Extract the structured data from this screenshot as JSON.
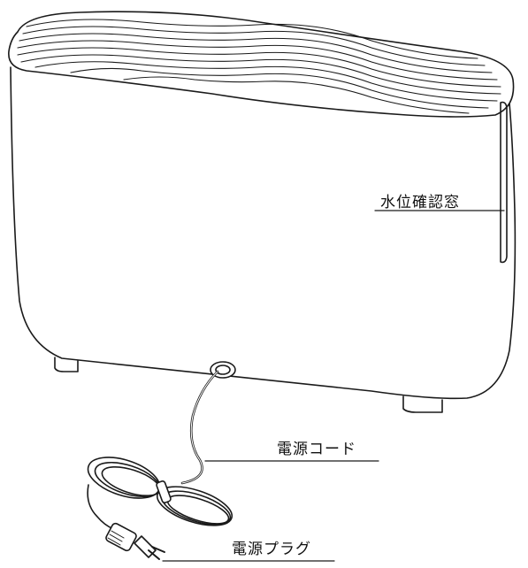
{
  "labels": {
    "water_window": "水位確認窓",
    "power_cord": "電源コード",
    "power_plug": "電源プラグ"
  },
  "colors": {
    "line": "#1a1a1a",
    "background": "#ffffff"
  }
}
